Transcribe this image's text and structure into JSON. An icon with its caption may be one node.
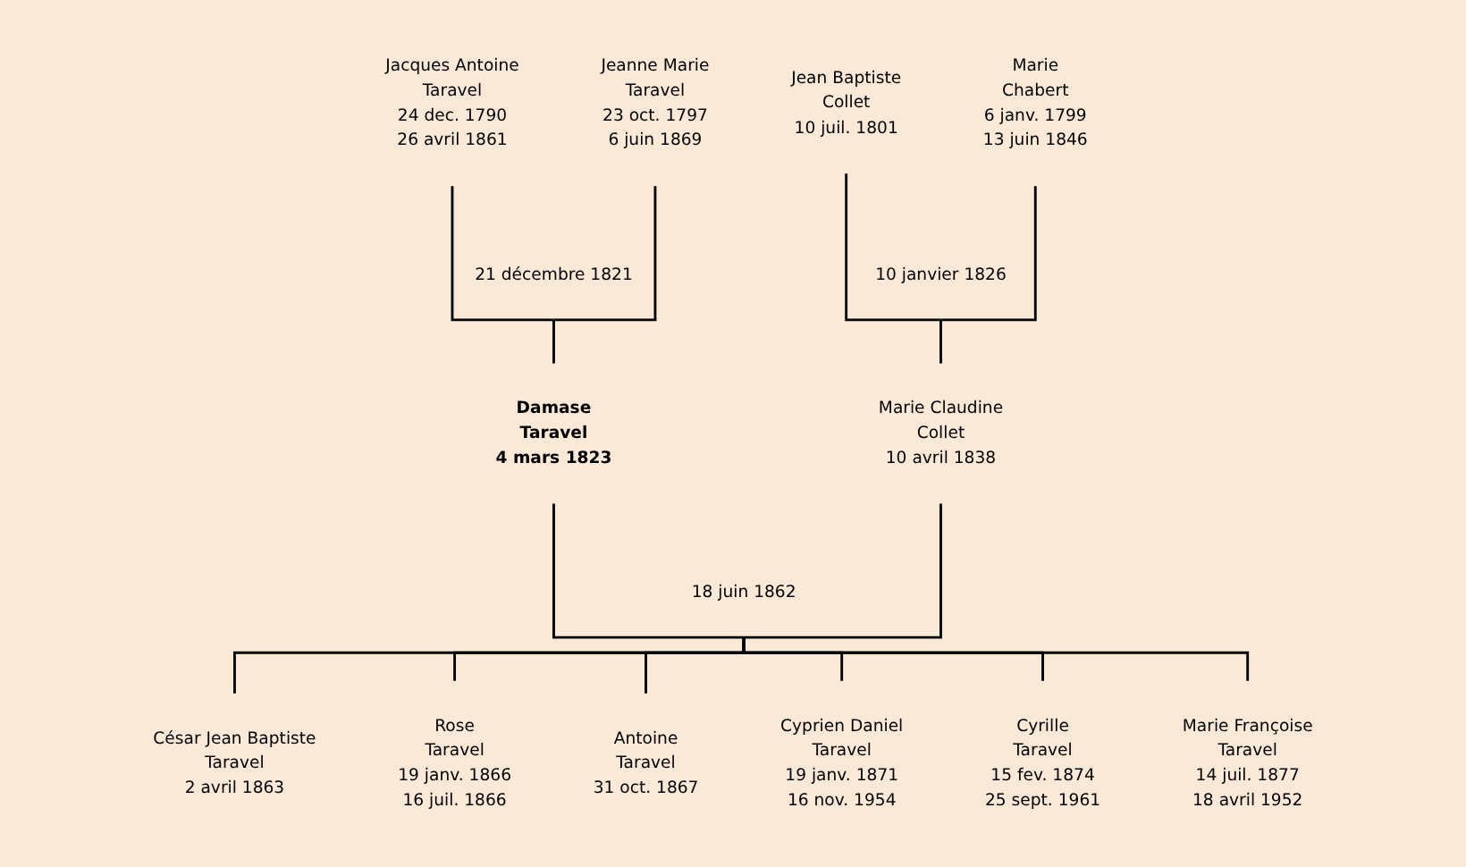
{
  "diagram": {
    "nodes": [
      {
        "text": [
          "Jacques Antoine Taravel",
          "24 dec. 1790",
          "26 avril 1861"
        ]
      },
      {
        "text": [
          "Jeanne Marie Taravel",
          "23 oct. 1797",
          "6 juin 1869"
        ]
      },
      {
        "text": [
          "Jean Baptiste Collet",
          "10 juil. 1801"
        ]
      },
      {
        "text": [
          "Marie Chabert",
          "6 janv. 1799",
          "13 juin 1846"
        ]
      },
      {
        "text": [
          "21 décembre 1821"
        ]
      },
      {
        "text": [
          "10 janvier 1826"
        ]
      },
      {
        "text": [
          "Damase Taravel",
          "4 mars 1823"
        ]
      },
      {
        "text": [
          "Marie Claudine Collet",
          "10 avril 1838"
        ]
      },
      {
        "text": [
          "18 juin 1862"
        ]
      },
      {
        "text": [
          "César Jean Baptiste Taravel",
          "2 avril 1863"
        ]
      },
      {
        "text": [
          "Rose Taravel",
          "19 janv. 1866",
          "16 juil. 1866"
        ]
      },
      {
        "text": [
          "Antoine Taravel",
          "31 oct. 1867"
        ]
      },
      {
        "text": [
          "Cyprien Daniel Taravel",
          "19 janv. 1871",
          "16 nov. 1954"
        ]
      },
      {
        "text": [
          "Cyrille Taravel",
          "15 fev. 1874",
          "25 sept. 1961"
        ]
      },
      {
        "text": [
          "Marie Françoise Taravel",
          "14 juil. 1877",
          "18 avril 1952"
        ]
      }
    ],
    "edges": [
      {
        "from": 0,
        "to": 4,
        "arrow": "none"
      },
      {
        "from": 1,
        "to": 4,
        "arrow": "none"
      },
      {
        "from": 4,
        "to": 6,
        "arrow": "none"
      },
      {
        "from": 2,
        "to": 5,
        "arrow": "none"
      },
      {
        "from": 3,
        "to": 5,
        "arrow": "none"
      },
      {
        "from": 5,
        "to": 7,
        "arrow": "none"
      },
      {
        "from": 6,
        "to": 8,
        "arrow": "none"
      },
      {
        "from": 7,
        "to": 8,
        "arrow": "none"
      },
      {
        "from": 8,
        "to": 9,
        "arrow": "none"
      },
      {
        "from": 8,
        "to": 10,
        "arrow": "none"
      },
      {
        "from": 8,
        "to": 11,
        "arrow": "none"
      },
      {
        "from": 8,
        "to": 12,
        "arrow": "none"
      },
      {
        "from": 8,
        "to": 13,
        "arrow": "none"
      },
      {
        "from": 8,
        "to": 14,
        "arrow": "none"
      }
    ]
  }
}
